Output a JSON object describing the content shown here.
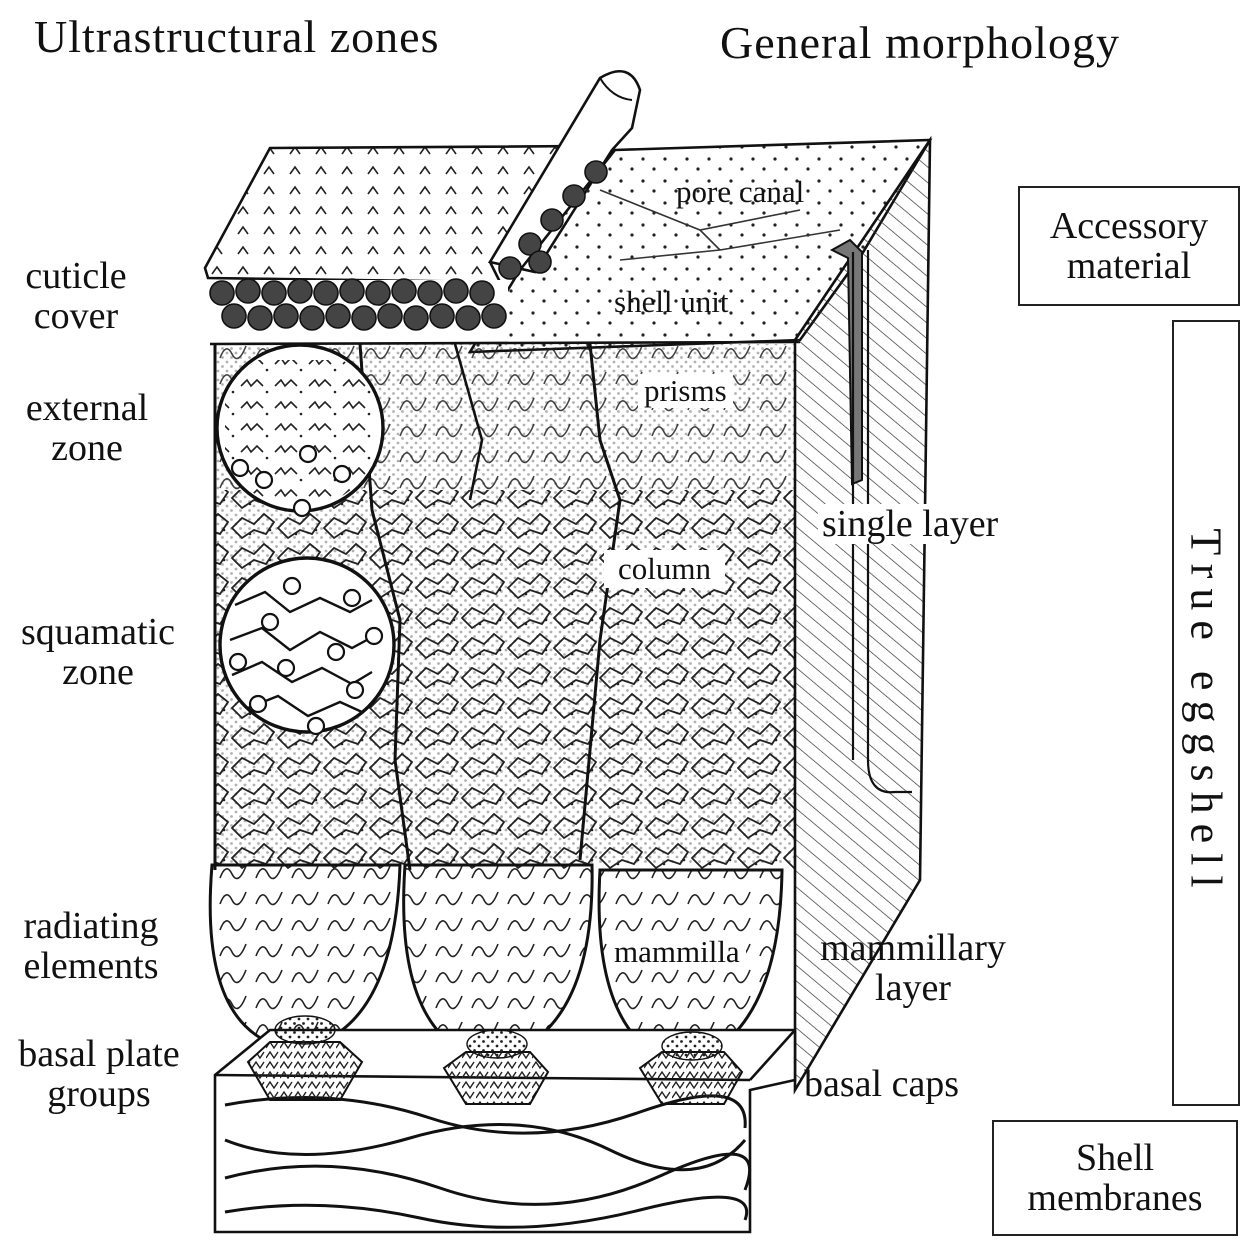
{
  "headers": {
    "left": "Ultrastructural zones",
    "right": "General morphology"
  },
  "zones": {
    "cuticle_cover": [
      "cuticle",
      "cover"
    ],
    "external_zone": [
      "external",
      "zone"
    ],
    "squamatic_zone": [
      "squamatic",
      "zone"
    ],
    "radiating_elements": [
      "radiating",
      "elements"
    ],
    "basal_plate_groups": [
      "basal plate",
      "groups"
    ]
  },
  "structures": {
    "pore_canal": "pore canal",
    "shell_unit": "shell unit",
    "prisms": "prisms",
    "column": "column",
    "mammilla": "mammilla",
    "single_layer": "single layer",
    "mammillary_layer": [
      "mammillary",
      "layer"
    ],
    "basal_caps": "basal caps"
  },
  "morphology": {
    "accessory_material": [
      "Accessory",
      "material"
    ],
    "true_eggshell": "True eggshell",
    "shell_membranes": [
      "Shell",
      "membranes"
    ]
  }
}
